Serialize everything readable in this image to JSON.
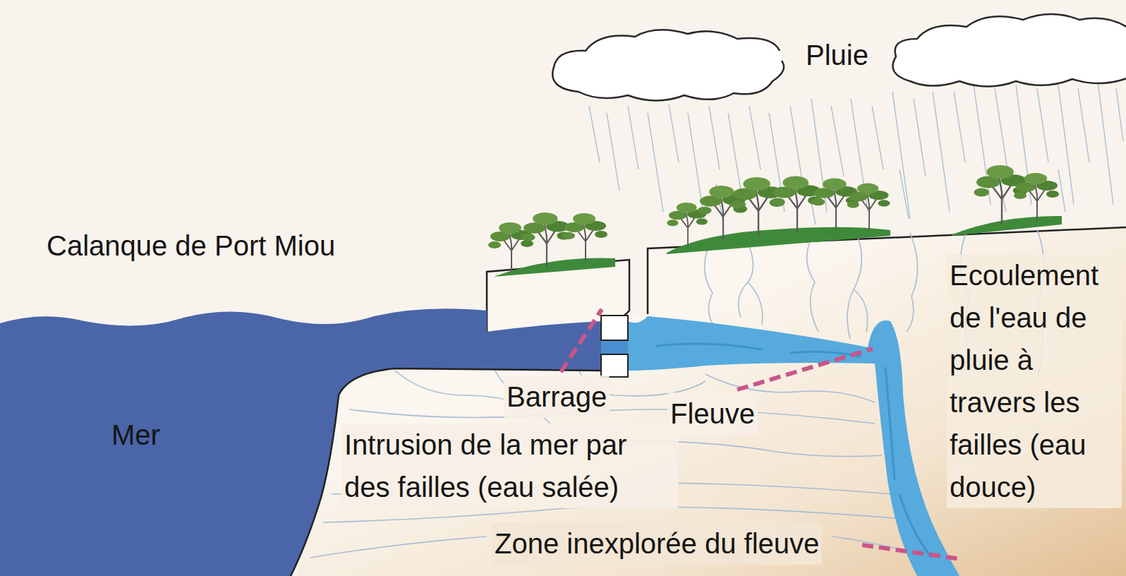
{
  "diagram": {
    "labels": [
      "Pluie",
      "Calanque de Port Miou",
      "Ecoulement de l'eau de pluie à travers les failles (eau douce)",
      "Mer",
      "Barrage",
      "Fleuve",
      "Intrusion de la mer par des failles (eau salée)",
      "Zone inexplorée du fleuve"
    ]
  }
}
